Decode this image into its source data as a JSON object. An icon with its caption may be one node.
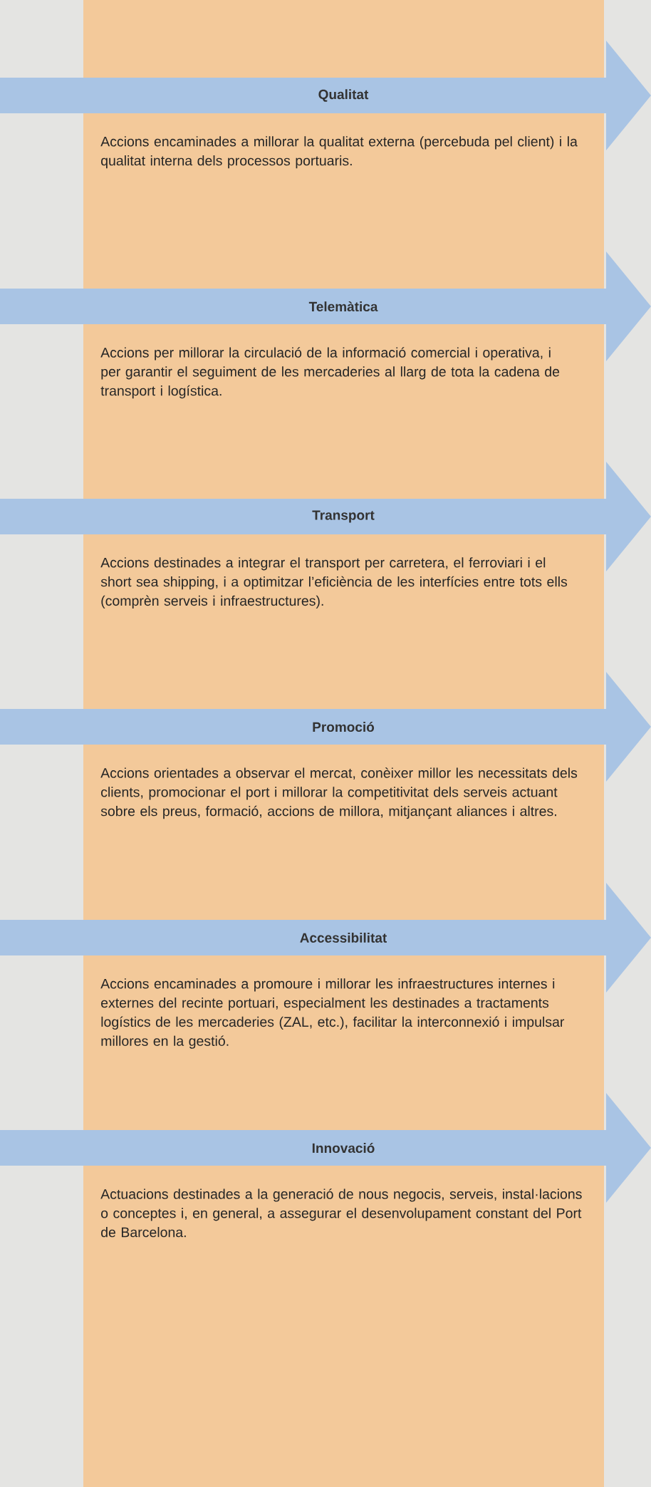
{
  "diagram": {
    "nodes": [
      {
        "text": [
          "Qualitat",
          "Accions encaminades a millorar la qualitat externa (percebuda pel client) i la qualitat interna dels processos portuaris."
        ]
      },
      {
        "text": [
          "Telemàtica",
          "Accions per millorar la circulació de la informació comercial i operativa, i per garantir el seguiment de les mercaderies al llarg de tota la cadena de transport i logística."
        ]
      },
      {
        "text": [
          "Transport",
          "Accions destinades a integrar el transport per carretera, el ferroviari i el short sea shipping, i a optimitzar l’eficiència de les interfícies entre tots ells (comprèn serveis i infraestructures)."
        ]
      },
      {
        "text": [
          "Promoció",
          "Accions orientades a observar el mercat, conèixer millor les necessitats dels clients, promocionar el port i millorar la competitivitat dels serveis actuant sobre els preus, formació, accions de millora, mitjançant aliances i altres."
        ]
      },
      {
        "text": [
          "Accessibilitat",
          "Accions encaminades a promoure i millorar les infraestructures internes i externes del recinte portuari, especialment les destinades a tractaments logístics de les mercaderies (ZAL, etc.), facilitar la interconnexió i impulsar millores en la gestió."
        ]
      },
      {
        "text": [
          "Innovació",
          "Actuacions destinades a la generació de nous negocis, serveis, instal·lacions o conceptes i, en general, a assegurar el desenvolupament constant del Port de Barcelona."
        ]
      }
    ]
  }
}
